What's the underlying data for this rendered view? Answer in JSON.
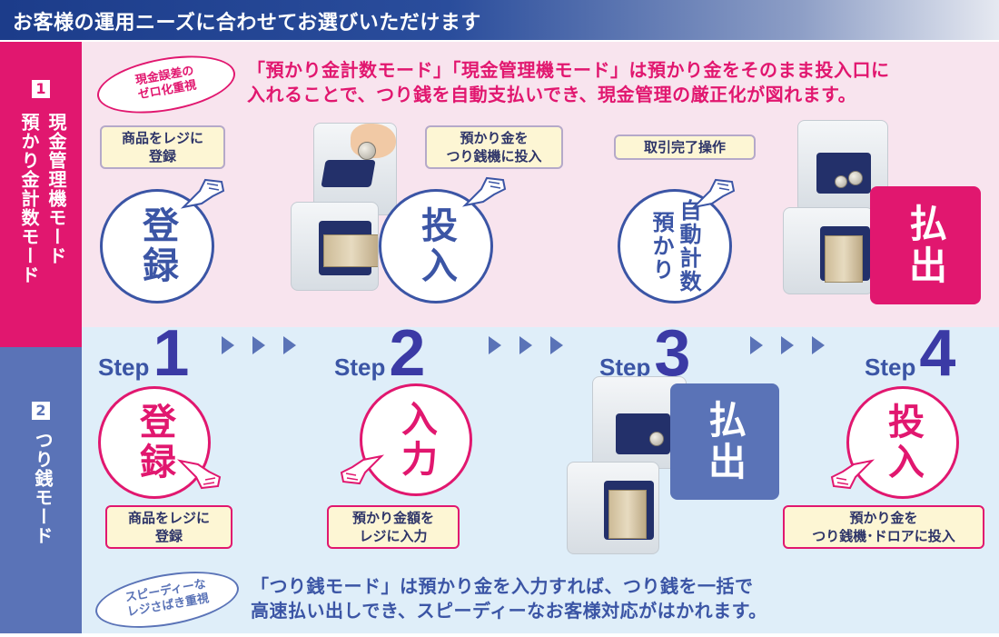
{
  "header": {
    "title": "お客様の運用ニーズに合わせてお選びいただけます"
  },
  "colors": {
    "pink": "#e1176f",
    "blue": "#3b55a5",
    "navy": "#1c3c8a",
    "pink_bg": "#f8e4ee",
    "blue_bg": "#dfeef9"
  },
  "mode1": {
    "number": "1",
    "label_line1": "現金管理機モード",
    "label_line2": "預かり金計数モード",
    "tag_line1": "現金誤差の",
    "tag_line2": "ゼロ化重視",
    "desc_line1": "「預かり金計数モード」「現金管理機モード」は預かり金をそのまま投入口に",
    "desc_line2": "入れることで、つり銭を自動支払いでき、現金管理の厳正化が図れます。",
    "steps": [
      {
        "box_line1": "商品をレジに",
        "box_line2": "登録",
        "circle": "登録"
      },
      {
        "box_line1": "預かり金を",
        "box_line2": "つり銭機に投入",
        "circle": "投入"
      },
      {
        "box_line1": "取引完了操作",
        "circle_col1": "預かり",
        "circle_col2": "自動計数"
      },
      {
        "box": "払出"
      }
    ]
  },
  "steps": [
    {
      "word": "Step",
      "num": "1"
    },
    {
      "word": "Step",
      "num": "2"
    },
    {
      "word": "Step",
      "num": "3"
    },
    {
      "word": "Step",
      "num": "4"
    }
  ],
  "mode2": {
    "number": "2",
    "label": "つり銭モード",
    "tag_line1": "スピーディーな",
    "tag_line2": "レジさばき重視",
    "desc_line1": "「つり銭モード」は預かり金を入力すれば、つり銭を一括で",
    "desc_line2": "高速払い出しでき、スピーディーなお客様対応がはかれます。",
    "steps": [
      {
        "circle": "登録",
        "box_line1": "商品をレジに",
        "box_line2": "登録"
      },
      {
        "circle": "入力",
        "box_line1": "預かり金額を",
        "box_line2": "レジに入力"
      },
      {
        "box": "払出"
      },
      {
        "circle": "投入",
        "box_line1": "預かり金を",
        "box_line2": "つり銭機･ドロアに投入"
      }
    ]
  }
}
